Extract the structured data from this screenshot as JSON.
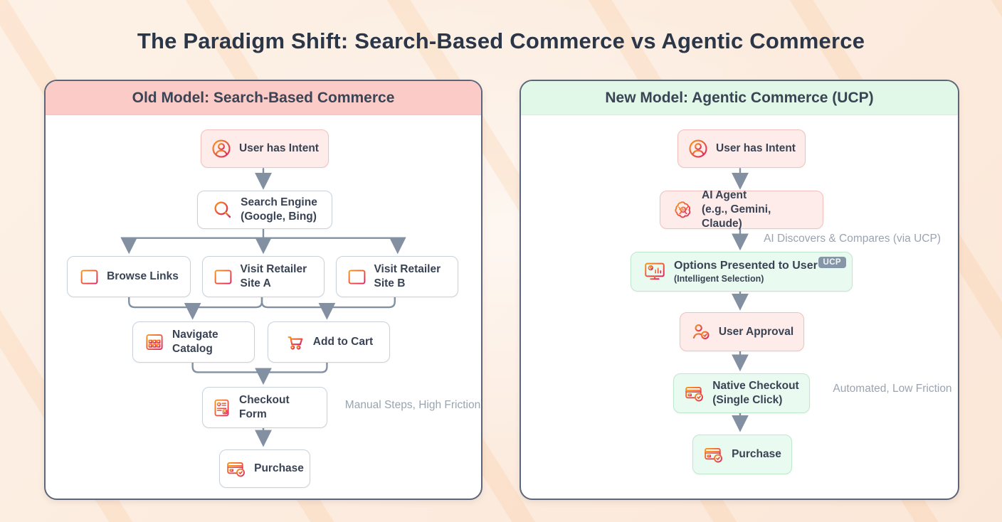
{
  "title": "The Paradigm Shift: Search-Based Commerce vs Agentic Commerce",
  "theme": {
    "bg_base": "#fdf1e6",
    "bg_deep": "#fbe7d8",
    "title_color": "#2b3648",
    "panel_border": "#5d6678",
    "old_header_bg": "#fbccc7",
    "new_header_bg": "#e1f7e7",
    "header_text": "#3a4454",
    "node_pink_bg": "#fdecea",
    "node_pink_border": "#f2c1bc",
    "node_white_bg": "#ffffff",
    "node_gray_border": "#c9d2da",
    "node_green_bg": "#e9faf0",
    "node_green_border": "#bfe8cc",
    "node_text": "#3a4354",
    "arrow_color": "#8290a2",
    "muted_text": "#9aa4b1",
    "badge_bg": "#8596a7",
    "badge_text": "#f2f5f8",
    "icon_grad_start": "#f7941d",
    "icon_grad_end": "#e0245e"
  },
  "old_model": {
    "header": "Old Model: Search-Based Commerce",
    "nodes": {
      "user_intent": {
        "label": "User has Intent",
        "icon": "user-icon"
      },
      "search_engine": {
        "label": "Search Engine",
        "sublabel": "(Google, Bing)",
        "icon": "search-icon"
      },
      "browse_links": {
        "label": "Browse Links",
        "icon": "browser-icon"
      },
      "visit_a": {
        "label": "Visit Retailer Site A",
        "icon": "browser-icon"
      },
      "visit_b": {
        "label": "Visit Retailer Site B",
        "icon": "browser-icon"
      },
      "navigate_catalog": {
        "label": "Navigate Catalog",
        "icon": "catalog-icon"
      },
      "add_to_cart": {
        "label": "Add to Cart",
        "icon": "cart-icon"
      },
      "checkout_form": {
        "label": "Checkout Form",
        "icon": "form-icon"
      },
      "purchase": {
        "label": "Purchase",
        "icon": "card-check-icon"
      }
    },
    "annotation": "Manual Steps, High Friction"
  },
  "new_model": {
    "header": "New Model: Agentic Commerce (UCP)",
    "nodes": {
      "user_intent": {
        "label": "User has Intent",
        "icon": "user-icon"
      },
      "ai_agent": {
        "label": "AI Agent",
        "sublabel": "(e.g., Gemini, Claude)",
        "icon": "brain-ai-icon"
      },
      "options": {
        "label": "Options Presented to User",
        "sublabel": "(Intelligent Selection)",
        "badge": "UCP",
        "icon": "monitor-chart-icon"
      },
      "user_approval": {
        "label": "User Approval",
        "icon": "user-check-icon"
      },
      "native_checkout": {
        "label": "Native Checkout",
        "sublabel": "(Single Click)",
        "icon": "card-check-icon"
      },
      "purchase": {
        "label": "Purchase",
        "icon": "card-check-icon"
      }
    },
    "edge_label": "AI Discovers & Compares (via UCP)",
    "annotation": "Automated, Low Friction"
  }
}
